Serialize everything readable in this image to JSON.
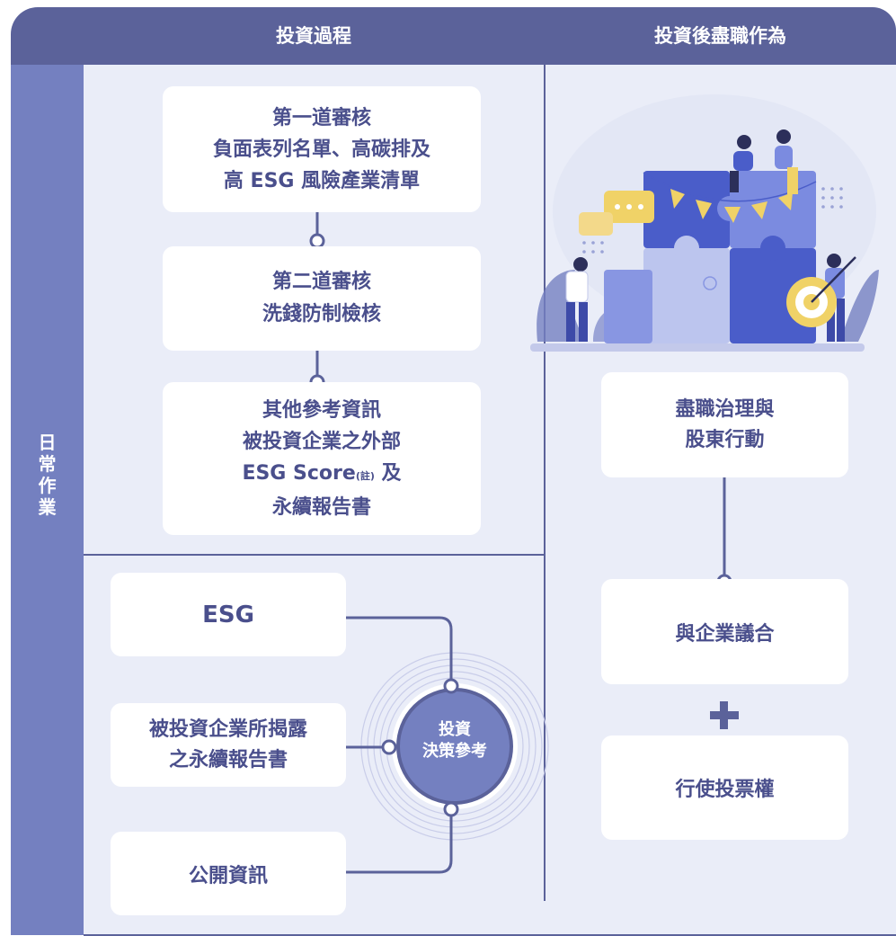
{
  "header": {
    "left_title": "投資過程",
    "right_title": "投資後盡職作為"
  },
  "sidebar": {
    "label_chars": [
      "日",
      "常",
      "作",
      "業"
    ]
  },
  "process": {
    "review1": [
      "第一道審核",
      "負面表列名單、高碳排及",
      "高 ESG 風險產業清單"
    ],
    "review2": [
      "第二道審核",
      "洗錢防制檢核"
    ],
    "review3": {
      "line1": "其他參考資訊",
      "line2": "被投資企業之外部",
      "line3_main": "ESG Score",
      "line3_note": "(註)",
      "line3_tail": " 及",
      "line4": "永續報告書"
    }
  },
  "decision": {
    "input_esg": "ESG",
    "input_report": [
      "被投資企業所揭露",
      "之永續報告書"
    ],
    "input_public": "公開資訊",
    "center": [
      "投資",
      "決策參考"
    ]
  },
  "post": {
    "stewardship": [
      "盡職治理與",
      "股東行動"
    ],
    "engagement": "與企業議合",
    "plus": "+",
    "voting": "行使投票權"
  },
  "colors": {
    "header": "#5b629a",
    "sidebar": "#7480c0",
    "panel": "#eaedf8",
    "text": "#4a4f8c",
    "line": "#5b629a"
  }
}
